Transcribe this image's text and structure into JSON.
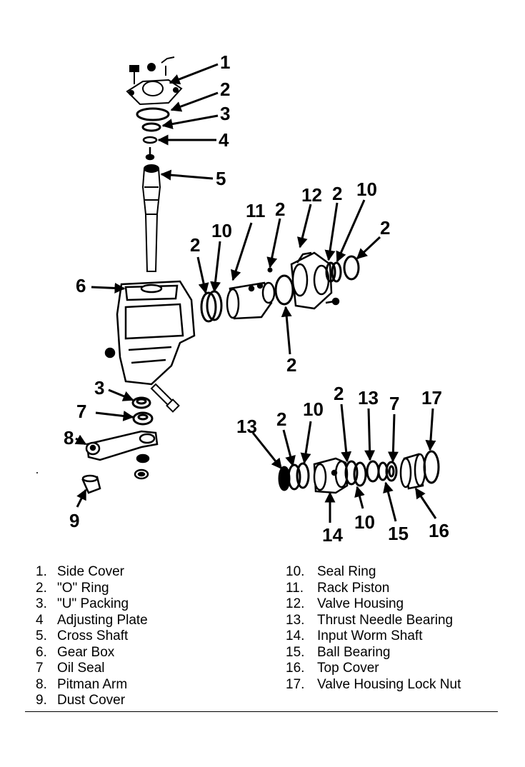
{
  "callouts": {
    "c1": "1",
    "c2": "2",
    "c3": "3",
    "c4": "4",
    "c5": "5",
    "c6": "6",
    "c10": "10",
    "c11": "11",
    "c12": "12",
    "c7": "7",
    "c8": "8",
    "c9": "9",
    "c13": "13",
    "c14": "14",
    "c15": "15",
    "c16": "16",
    "c17": "17"
  },
  "legend_left": [
    {
      "num": "1.",
      "label": "Side Cover"
    },
    {
      "num": "2.",
      "label": "\"O\" Ring"
    },
    {
      "num": "3.",
      "label": "\"U\" Packing"
    },
    {
      "num": "4",
      "label": "Adjusting Plate"
    },
    {
      "num": "5.",
      "label": "Cross Shaft"
    },
    {
      "num": "6.",
      "label": "Gear Box"
    },
    {
      "num": "7",
      "label": "Oil Seal"
    },
    {
      "num": "8.",
      "label": "Pitman Arm"
    },
    {
      "num": "9.",
      "label": "Dust Cover"
    }
  ],
  "legend_right": [
    {
      "num": "10.",
      "label": "Seal Ring"
    },
    {
      "num": "11.",
      "label": "Rack Piston"
    },
    {
      "num": "12.",
      "label": "Valve Housing"
    },
    {
      "num": "13.",
      "label": "Thrust Needle Bearing"
    },
    {
      "num": "14.",
      "label": "Input Worm Shaft"
    },
    {
      "num": "15.",
      "label": "Ball Bearing"
    },
    {
      "num": "16.",
      "label": "Top Cover"
    },
    {
      "num": "17.",
      "label": "Valve Housing Lock Nut"
    }
  ]
}
